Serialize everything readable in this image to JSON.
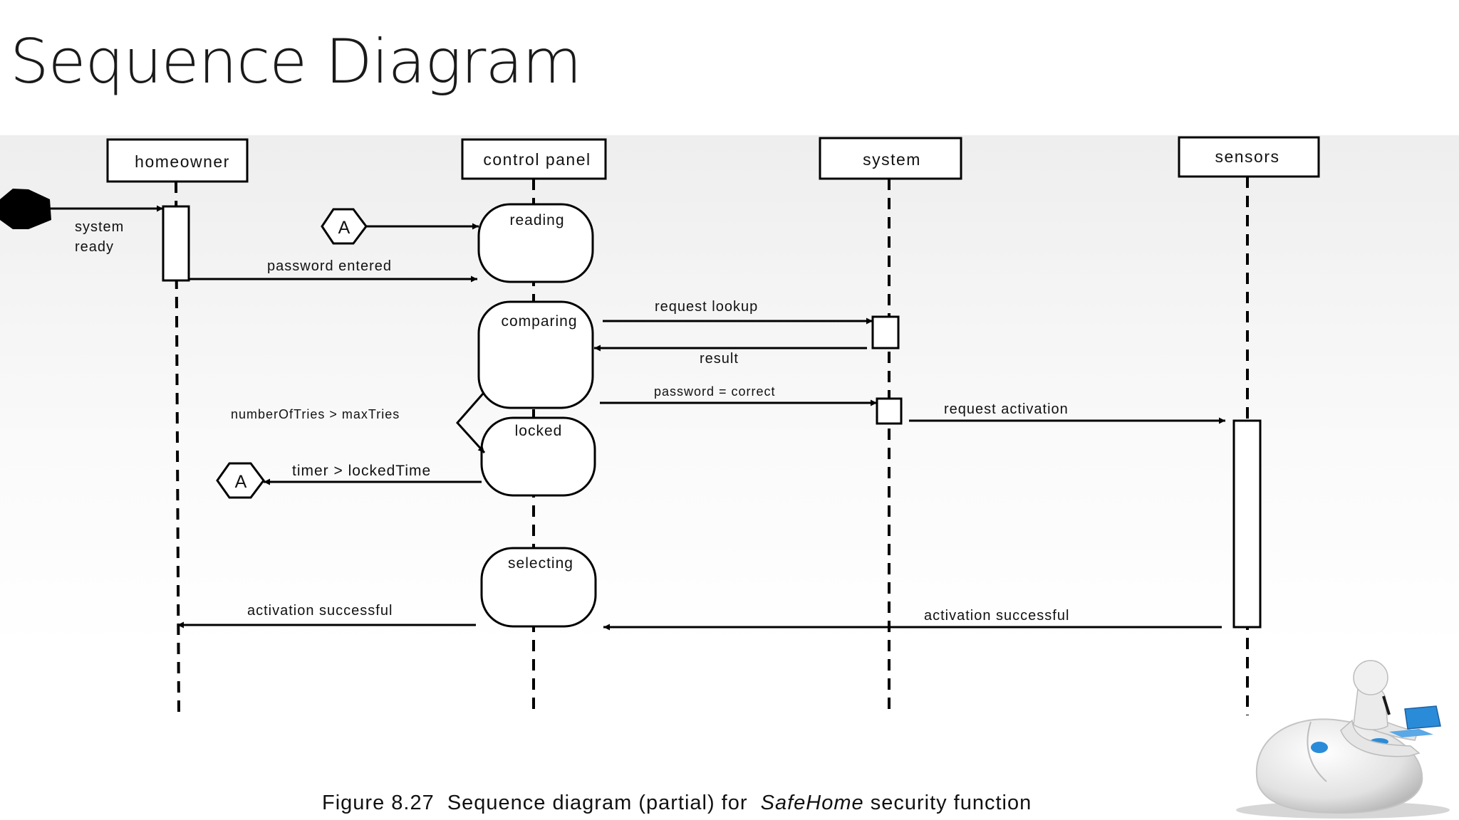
{
  "title": "Sequence Diagram",
  "lifelines": {
    "homeowner": "homeowner",
    "control_panel": "control panel",
    "system": "system",
    "sensors": "sensors"
  },
  "states": {
    "reading": "reading",
    "comparing": "comparing",
    "locked": "locked",
    "selecting": "selecting"
  },
  "connector": "A",
  "messages": {
    "system_ready_1": "system",
    "system_ready_2": "ready",
    "password_entered": "password entered",
    "request_lookup": "request lookup",
    "result": "result",
    "password_correct": "password = correct",
    "request_activation": "request activation",
    "tries_guard": "numberOfTries > maxTries",
    "timer_guard": "timer > lockedTime",
    "activation_successful_left": "activation successful",
    "activation_successful_right": "activation successful"
  },
  "caption": {
    "prefix": "Figure 8.27  Sequence diagram (partial) for  ",
    "brand": "SafeHome",
    "suffix": " security function"
  },
  "illustration": "person-on-computer-mouse-with-laptop"
}
